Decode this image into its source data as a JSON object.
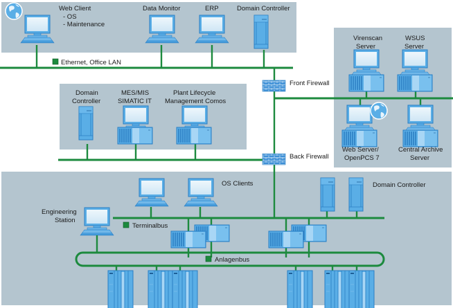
{
  "colors": {
    "panel": "#b4c5cf",
    "bus": "#1c8a3e",
    "device_blue": "#5aaee6",
    "device_dark": "#2a7fc4",
    "screen": "#dbeef9",
    "firewall": "#3d8fd6"
  },
  "networks": {
    "office_lan": "Ethernet, Office LAN",
    "terminalbus": "Terminalbus",
    "anlagenbus": "Anlagenbus"
  },
  "firewalls": {
    "front": "Front Firewall",
    "back": "Back Firewall"
  },
  "office_zone": {
    "web_client": [
      "Web Client",
      "- OS",
      "- Maintenance"
    ],
    "data_monitor": "Data Monitor",
    "erp": "ERP",
    "domain_controller": "Domain Controller"
  },
  "dmz_zone": {
    "virenscan": [
      "Virenscan",
      "Server"
    ],
    "wsus": [
      "WSUS",
      "Server"
    ],
    "web_server": [
      "Web Server/",
      "OpenPCS 7"
    ],
    "central_archive": [
      "Central Archive",
      "Server"
    ]
  },
  "mes_zone": {
    "domain_controller": [
      "Domain",
      "Controller"
    ],
    "mes": [
      "MES/MIS",
      "SIMATIC IT"
    ],
    "plm": [
      "Plant Lifecycle",
      "Management Comos"
    ]
  },
  "plant_zone": {
    "os_clients": "OS Clients",
    "domain_controller": "Domain Controller",
    "engineering_station": [
      "Engineering",
      "Station"
    ]
  },
  "icons": {
    "globe": "globe-icon",
    "pc": "desktop-computer-icon",
    "tower": "server-tower-icon",
    "firewall": "firewall-brick-icon",
    "rack": "industrial-pc-icon",
    "plc": "automation-system-icon"
  }
}
